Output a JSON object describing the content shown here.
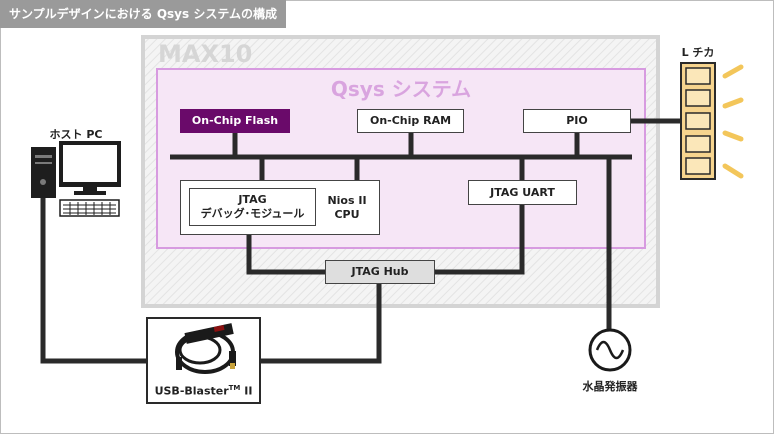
{
  "header": {
    "title": "サンプルデザインにおける Qsys システムの構成"
  },
  "fpga": {
    "label": "MAX10"
  },
  "qsys": {
    "title": "Qsys システム"
  },
  "components": {
    "onchip_flash": "On-Chip Flash",
    "onchip_ram": "On-Chip RAM",
    "pio": "PIO",
    "jtag_debug_line1": "JTAG",
    "jtag_debug_line2": "デバッグ･モジュール",
    "nios_line1": "Nios II",
    "nios_line2": "CPU",
    "jtag_uart": "JTAG UART",
    "jtag_hub": "JTAG Hub"
  },
  "external": {
    "host_pc": "ホスト PC",
    "led": "L チカ",
    "usb_blaster_main": "USB-Blaster",
    "usb_blaster_tm": "TM",
    "usb_blaster_suffix": " II",
    "crystal": "水晶発振器"
  },
  "colors": {
    "header_bg": "#9a9a9a",
    "fpga_border": "#d4d4d4",
    "qsys_border": "#d79be0",
    "qsys_fill": "#f6e6f6",
    "qsys_title": "#d9a4df",
    "flash_fill": "#6a0a6a",
    "bus": "#2a2a2a",
    "led_fill": "#f6d48e",
    "led_ray": "#f3c65a"
  },
  "icons": [
    "computer-icon",
    "led-strip-icon",
    "usb-blaster-icon",
    "oscillator-icon"
  ]
}
